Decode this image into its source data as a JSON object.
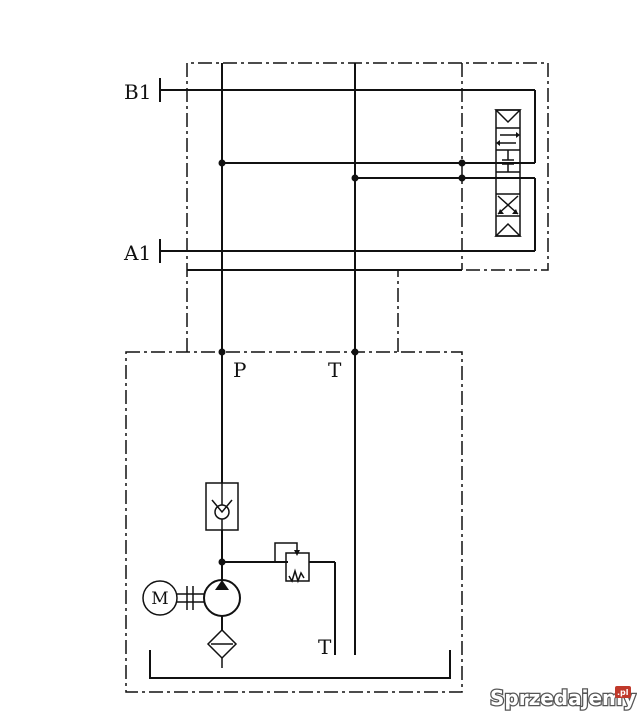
{
  "diagram": {
    "type": "hydraulic schematic",
    "ports": {
      "b1": "B1",
      "a1": "A1",
      "p": "P",
      "t": "T",
      "t_return": "T"
    },
    "motor_label": "M"
  },
  "watermark": {
    "text": "Sprzedajemy",
    "badge": ".pl"
  },
  "colors": {
    "line": "#111111",
    "background": "#ffffff"
  }
}
